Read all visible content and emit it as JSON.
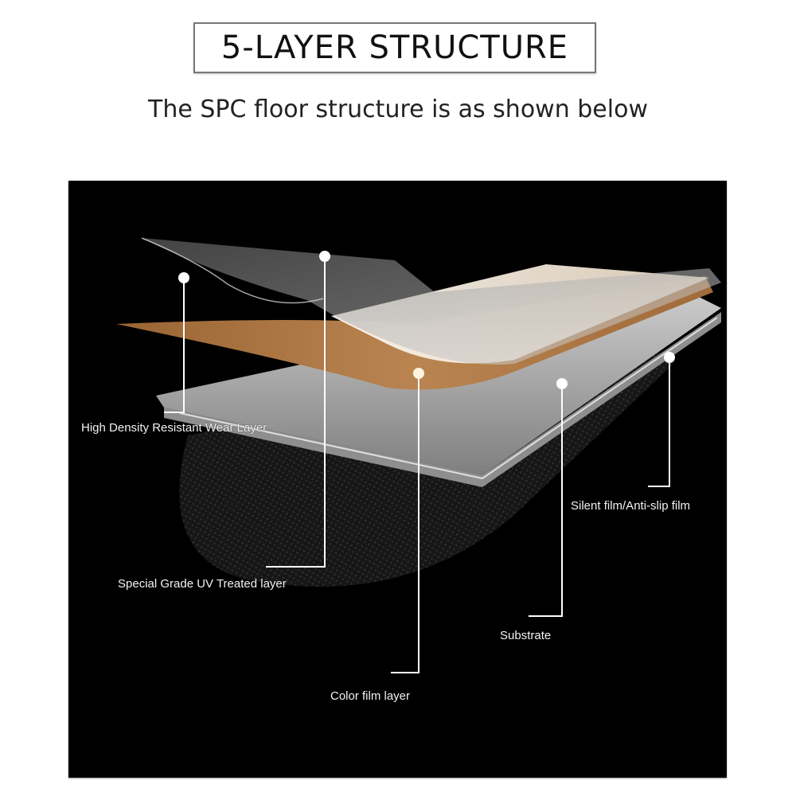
{
  "header": {
    "title": "5-LAYER STRUCTURE",
    "subtitle": "The SPC floor structure is as shown below"
  },
  "diagram": {
    "background": "#000000",
    "colors": {
      "wear_layer": "#9a9a9a",
      "color_film": "#b07a45",
      "color_film_top": "#efe3d2",
      "substrate": "#bdbdbd",
      "silent_film": "#1c1c1c",
      "callout": "#ffffff"
    },
    "labels": {
      "wear_layer": "High Density Resistant Wear Layer",
      "uv_layer": "Special Grade UV Treated layer",
      "color_film": "Color film layer",
      "substrate": "Substrate",
      "silent_film": "Silent film/Anti-slip film"
    }
  }
}
